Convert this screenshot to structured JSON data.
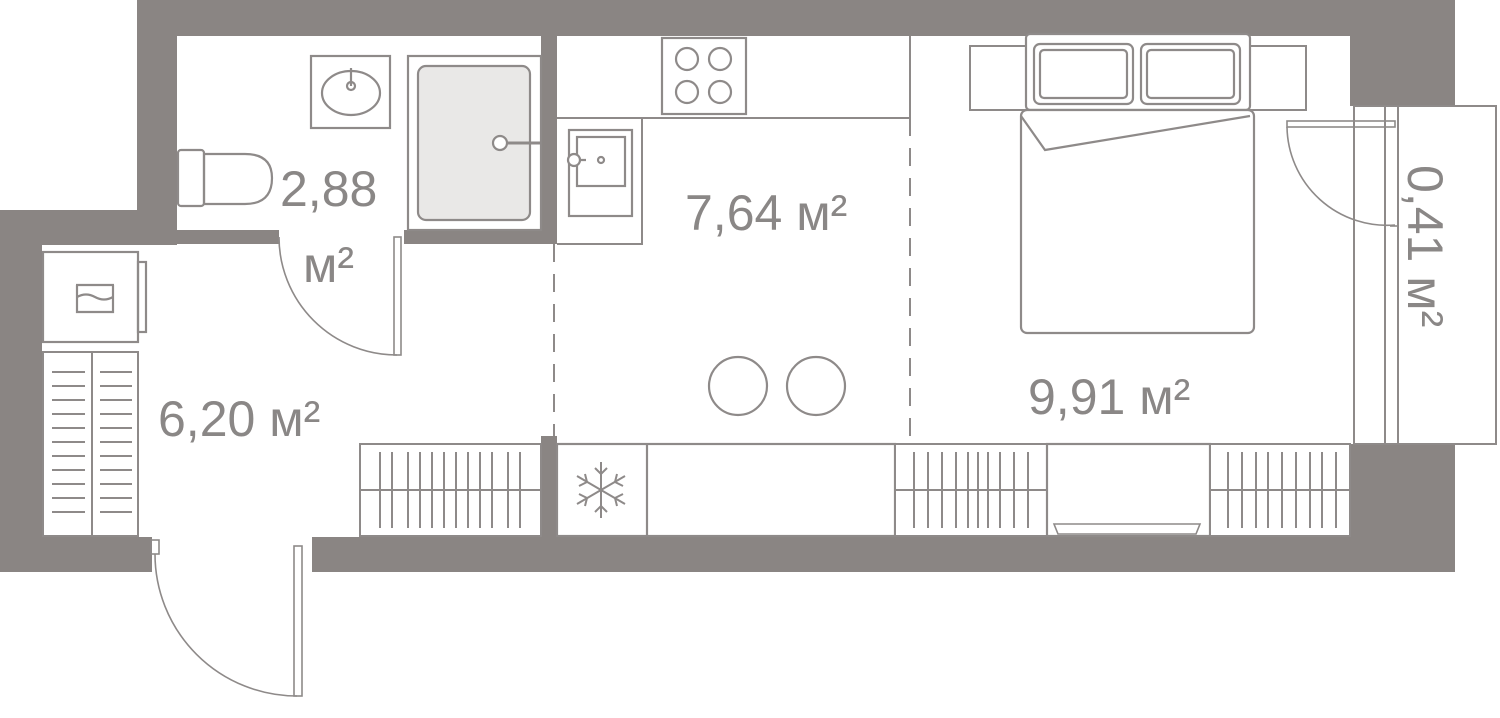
{
  "colors": {
    "wall": "#8a8583",
    "line": "#8e8a89",
    "fill": "#ffffff",
    "bath_fill": "#e9e8e7",
    "text": "#8a8786"
  },
  "rooms": {
    "bathroom": {
      "area_line1": "2,88",
      "area_line2": "м²"
    },
    "kitchen": {
      "area": "7,64 м²"
    },
    "bedroom": {
      "area": "9,91 м²"
    },
    "hallway": {
      "area": "6,20 м²"
    },
    "balcony": {
      "area": "0,41 м²"
    }
  },
  "icons": [
    "sink-icon",
    "toilet-icon",
    "shower-icon",
    "cooktop-icon",
    "kitchen-sink-icon",
    "washing-machine-icon",
    "snowflake-icon",
    "bed-icon",
    "pillow-icon",
    "wardrobe-icon",
    "table-icon",
    "stool-icon",
    "door-icon",
    "radiator-icon"
  ]
}
